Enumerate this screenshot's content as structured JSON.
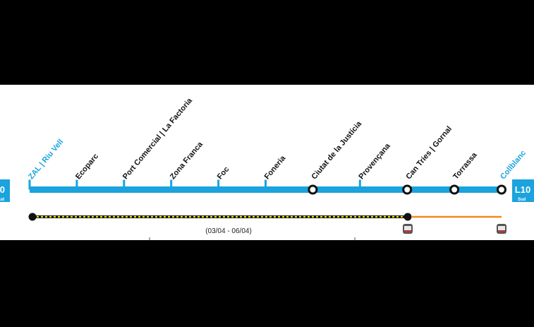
{
  "line": {
    "badge_code": "L10",
    "badge_sub": "Sud",
    "color": "#1aa3dc"
  },
  "stations": [
    {
      "name": "ZAL | Riu Vell",
      "terminal": true,
      "interchange": false
    },
    {
      "name": "Ecoparc",
      "terminal": false,
      "interchange": false
    },
    {
      "name": "Port Comercial | La Factoria",
      "terminal": false,
      "interchange": false
    },
    {
      "name": "Zona Franca",
      "terminal": false,
      "interchange": false
    },
    {
      "name": "Foc",
      "terminal": false,
      "interchange": false
    },
    {
      "name": "Foneria",
      "terminal": false,
      "interchange": false
    },
    {
      "name": "Ciutat de la Justícia",
      "terminal": false,
      "interchange": true
    },
    {
      "name": "Provençana",
      "terminal": false,
      "interchange": false
    },
    {
      "name": "Can Tries | Gornal",
      "terminal": false,
      "interchange": true
    },
    {
      "name": "Torrassa",
      "terminal": false,
      "interchange": true
    },
    {
      "name": "Collblanc",
      "terminal": true,
      "interchange": true
    }
  ],
  "service": {
    "closure_dates": "(03/04 - 06/04)",
    "closure_color": "#f4e400",
    "bus_color": "#f08a24",
    "bus_icon": "bus-icon"
  }
}
